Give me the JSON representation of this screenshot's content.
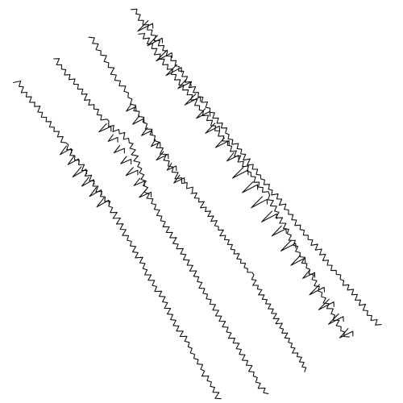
{
  "background_color": "#ffffff",
  "ink_color": "#111111",
  "traces": [
    {
      "id": "trace-1",
      "signal": "jagged-line"
    },
    {
      "id": "trace-2",
      "signal": "jagged-line"
    },
    {
      "id": "trace-3",
      "signal": "jagged-line"
    },
    {
      "id": "trace-4",
      "signal": "spike-sawtooth"
    },
    {
      "id": "trace-5",
      "signal": "jagged-line"
    }
  ]
}
